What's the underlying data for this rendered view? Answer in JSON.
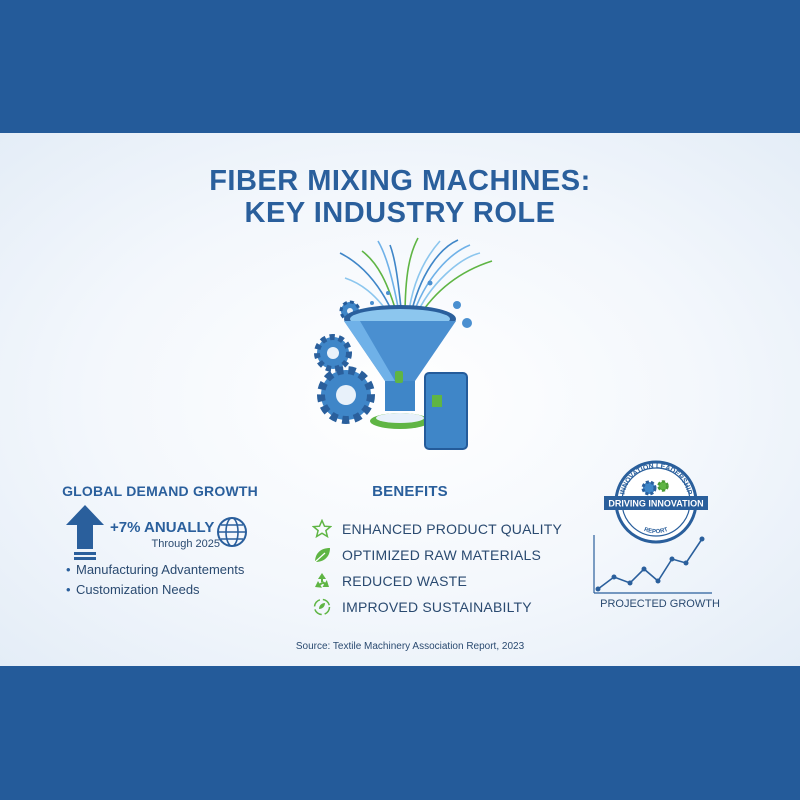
{
  "title": {
    "line1": "FIBER MIXING MACHINES:",
    "line2": "KEY INDUSTRY ROLE"
  },
  "demand": {
    "heading": "GLOBAL DEMAND GROWTH",
    "value": "+7% ANUALLY",
    "sub": "Through 2025",
    "bullets": [
      "Manufacturing Advantements",
      "Customization Needs"
    ]
  },
  "benefits": {
    "heading": "BENEFITS",
    "items": [
      {
        "label": "ENHANCED PRODUCT QUALITY",
        "icon": "star-icon"
      },
      {
        "label": "OPTIMIZED RAW MATERIALS",
        "icon": "leaf-icon"
      },
      {
        "label": "REDUCED WASTE",
        "icon": "recycle-icon"
      },
      {
        "label": "IMPROVED SUSTAINABILTY",
        "icon": "sustainability-icon"
      }
    ]
  },
  "badge": {
    "top_arc": "INNOVATION LEADERSHIP",
    "banner": "DRIVING INNOVATION",
    "bottom_arc": "REPORT"
  },
  "projected": {
    "label": "PROJECTED GROWTH"
  },
  "source": "Source: Textile Machinery Association Report, 2023",
  "colors": {
    "primary": "#2a5f9c",
    "accent_green": "#5fb544",
    "frame": "#245b9a"
  }
}
